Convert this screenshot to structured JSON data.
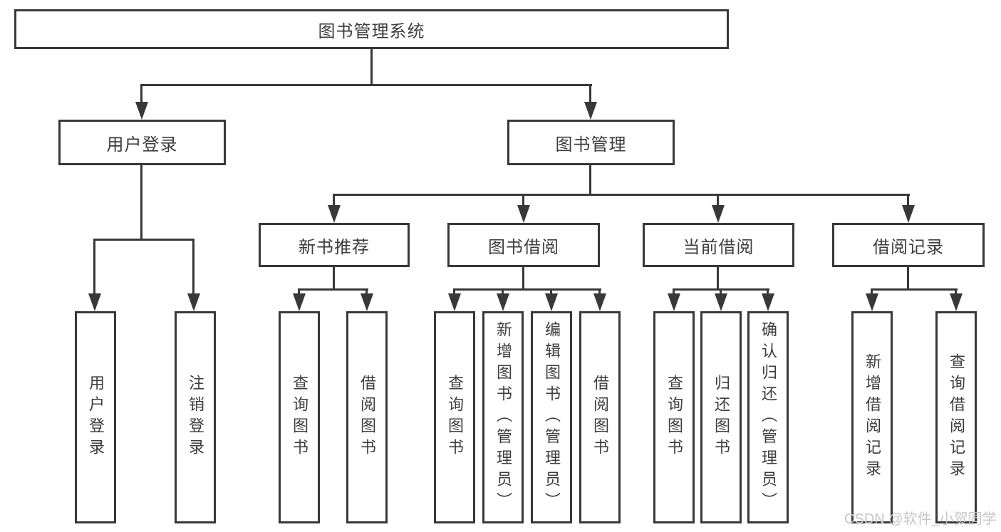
{
  "diagram": {
    "tree": {
      "root": {
        "label": "图书管理系统"
      },
      "branches": [
        {
          "label": "用户登录",
          "children": [
            {
              "label": "用户登录"
            },
            {
              "label": "注销登录"
            }
          ]
        },
        {
          "label": "图书管理",
          "children": [
            {
              "label": "新书推荐",
              "children": [
                {
                  "label": "查询图书"
                },
                {
                  "label": "借阅图书"
                }
              ]
            },
            {
              "label": "图书借阅",
              "children": [
                {
                  "label": "查询图书"
                },
                {
                  "label": "新增图书（管理员）"
                },
                {
                  "label": "编辑图书（管理员）"
                },
                {
                  "label": "借阅图书"
                }
              ]
            },
            {
              "label": "当前借阅",
              "children": [
                {
                  "label": "查询图书"
                },
                {
                  "label": "归还图书"
                },
                {
                  "label": "确认归还（管理员）"
                }
              ]
            },
            {
              "label": "借阅记录",
              "children": [
                {
                  "label": "新增借阅记录"
                },
                {
                  "label": "查询借阅记录"
                }
              ]
            }
          ]
        }
      ]
    },
    "watermark": "CSDN @软件_小贺同学"
  },
  "colors": {
    "line": "#383838",
    "text": "#3d3d3d",
    "background": "#ffffff",
    "watermark": "#c6c6c6"
  }
}
